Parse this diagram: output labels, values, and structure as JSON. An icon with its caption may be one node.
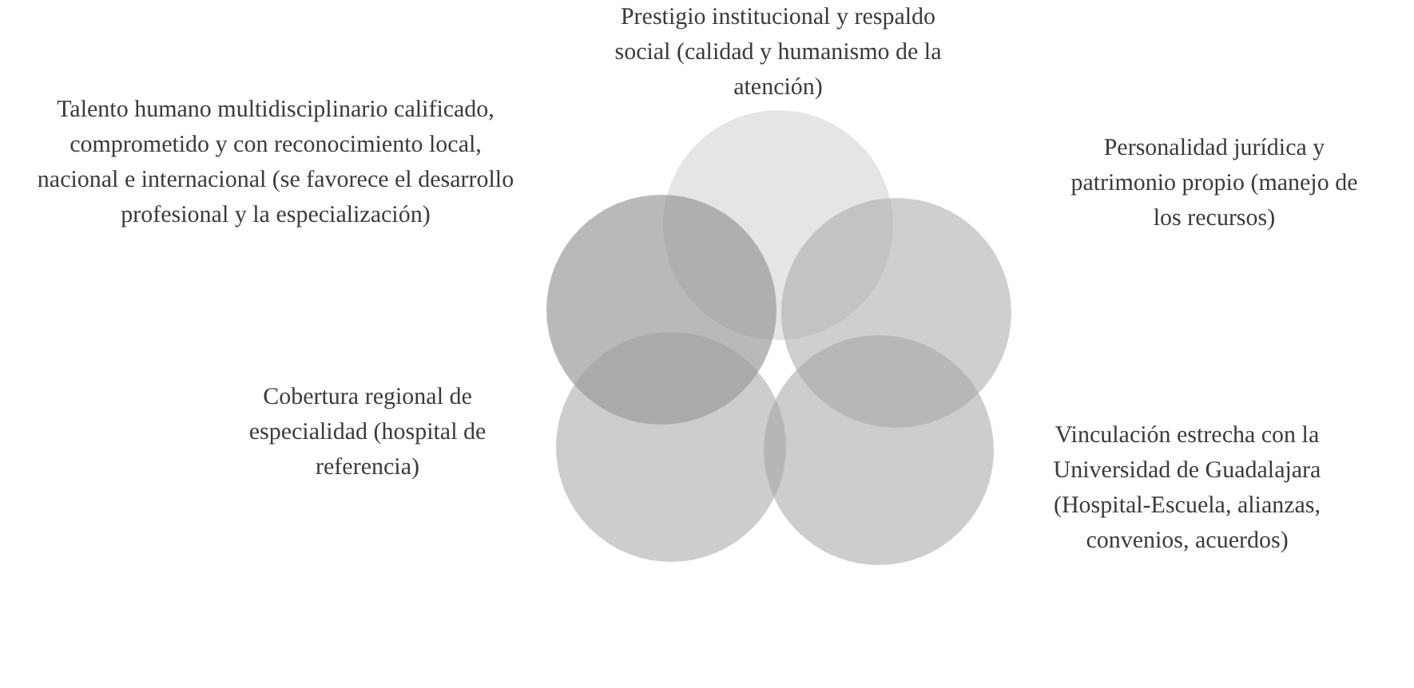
{
  "diagram": {
    "nodes": [
      {
        "text": [],
        "shape": "circle",
        "beside": [
          "Prestigio institucional y respaldo social (calidad y humanismo de la atención)"
        ]
      },
      {
        "text": [],
        "shape": "circle",
        "beside": [
          "Talento humano multidisciplinario calificado, comprometido y con reconocimiento local, nacional e internacional (se favorece el desarrollo profesional y la especialización)"
        ]
      },
      {
        "text": [],
        "shape": "circle",
        "beside": [
          "Personalidad jurídica y patrimonio propio (manejo de los recursos)"
        ]
      },
      {
        "text": [],
        "shape": "circle",
        "beside": [
          "Cobertura regional de especialidad (hospital de referencia)"
        ]
      },
      {
        "text": [],
        "shape": "circle",
        "beside": [
          "Vinculación estrecha con la Universidad de Guadalajara (Hospital-Escuela, alianzas, convenios, acuerdos)"
        ]
      }
    ]
  }
}
